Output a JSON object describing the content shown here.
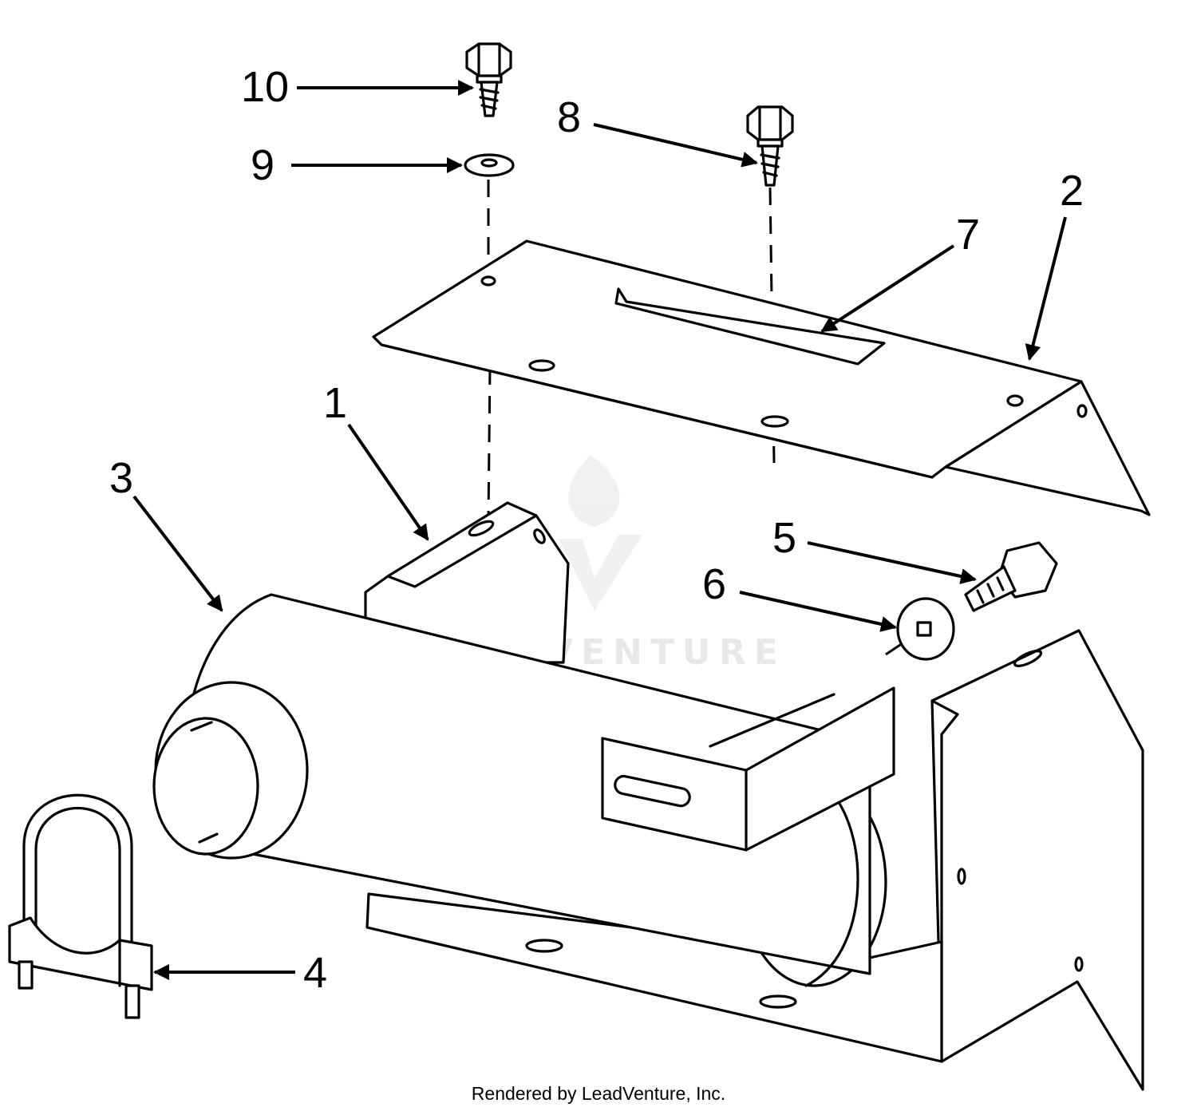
{
  "callouts": [
    {
      "id": "10",
      "label": "10"
    },
    {
      "id": "9",
      "label": "9"
    },
    {
      "id": "8",
      "label": "8"
    },
    {
      "id": "7",
      "label": "7"
    },
    {
      "id": "2",
      "label": "2"
    },
    {
      "id": "1",
      "label": "1"
    },
    {
      "id": "3",
      "label": "3"
    },
    {
      "id": "5",
      "label": "5"
    },
    {
      "id": "6",
      "label": "6"
    },
    {
      "id": "4",
      "label": "4"
    }
  ],
  "watermark": {
    "text": "LEADVENTURE",
    "icon": "leadventure-flame-logo"
  },
  "footer": {
    "credit": "Rendered by LeadVenture, Inc."
  }
}
